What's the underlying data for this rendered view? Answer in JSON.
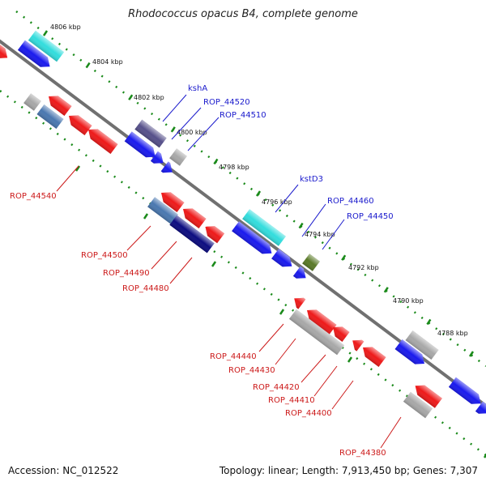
{
  "title": "Rhodococcus opacus B4, complete genome",
  "footer": {
    "accession": "Accession: NC_012522",
    "summary": "Topology: linear; Length: 7,913,450 bp; Genes: 7,307"
  },
  "scale_labels": [
    "4806 kbp",
    "4804 kbp",
    "4802 kbp",
    "4800 kbp",
    "4798 kbp",
    "4796 kbp",
    "4794 kbp",
    "4792 kbp",
    "4790 kbp",
    "4788 kbp"
  ],
  "gene_labels_top": [
    "kshA",
    "ROP_44520",
    "ROP_44510",
    "kstD3",
    "ROP_44460",
    "ROP_44450"
  ],
  "gene_labels_bottom": [
    "ROP_44540",
    "ROP_44500",
    "ROP_44490",
    "ROP_44480",
    "ROP_44440",
    "ROP_44430",
    "ROP_44420",
    "ROP_44410",
    "ROP_44400",
    "ROP_44380"
  ],
  "colors": {
    "forward_strand": "#1a1aee",
    "reverse_strand": "#ee1a1a",
    "top_label": "#1a1acc",
    "bottom_label": "#cc1a1a",
    "cyan_feature": "#33dddd",
    "grey_feature": "#a8a8a8",
    "steelblue_feature": "#4a78b0",
    "navy_feature": "#0c0c80",
    "slate_feature": "#56508a",
    "olive_feature": "#5a7a28",
    "scale_dots": "#1a8a1a",
    "backbone": "#707070"
  }
}
